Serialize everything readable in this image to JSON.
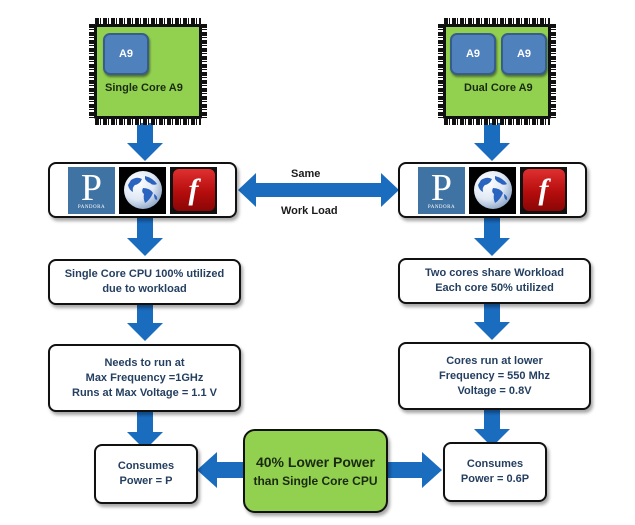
{
  "colors": {
    "chip_green": "#92d050",
    "core_blue": "#4f81bd",
    "arrow_blue": "#1f6fbf",
    "text_navy": "#243f60"
  },
  "left": {
    "chip": {
      "label": "Single Core A9",
      "cores": [
        "A9"
      ]
    },
    "apps": [
      {
        "icon": "pandora-icon",
        "text": "P",
        "subtext": "PANDORA"
      },
      {
        "icon": "globe-browser-icon"
      },
      {
        "icon": "flash-icon",
        "text": "f"
      }
    ],
    "step1": {
      "lines": [
        "Single Core CPU 100% utilized",
        "due to workload"
      ]
    },
    "step2": {
      "lines": [
        "Needs to run at",
        "Max Frequency =1GHz",
        "Runs at Max Voltage = 1.1 V"
      ]
    },
    "result": {
      "lines": [
        "Consumes",
        "Power = P"
      ]
    }
  },
  "right": {
    "chip": {
      "label": "Dual Core A9",
      "cores": [
        "A9",
        "A9"
      ]
    },
    "apps": [
      {
        "icon": "pandora-icon",
        "text": "P",
        "subtext": "PANDORA"
      },
      {
        "icon": "globe-browser-icon"
      },
      {
        "icon": "flash-icon",
        "text": "f"
      }
    ],
    "step1": {
      "lines": [
        "Two cores share Workload",
        "Each core 50% utilized"
      ]
    },
    "step2": {
      "lines": [
        "Cores  run at lower",
        "Frequency = 550 Mhz",
        "Voltage = 0.8V"
      ]
    },
    "result": {
      "lines": [
        "Consumes",
        "Power = 0.6P"
      ]
    }
  },
  "workload_link": {
    "top": "Same",
    "bottom": "Work Load"
  },
  "summary": {
    "lines": [
      "40% Lower Power",
      "than Single Core CPU"
    ]
  }
}
